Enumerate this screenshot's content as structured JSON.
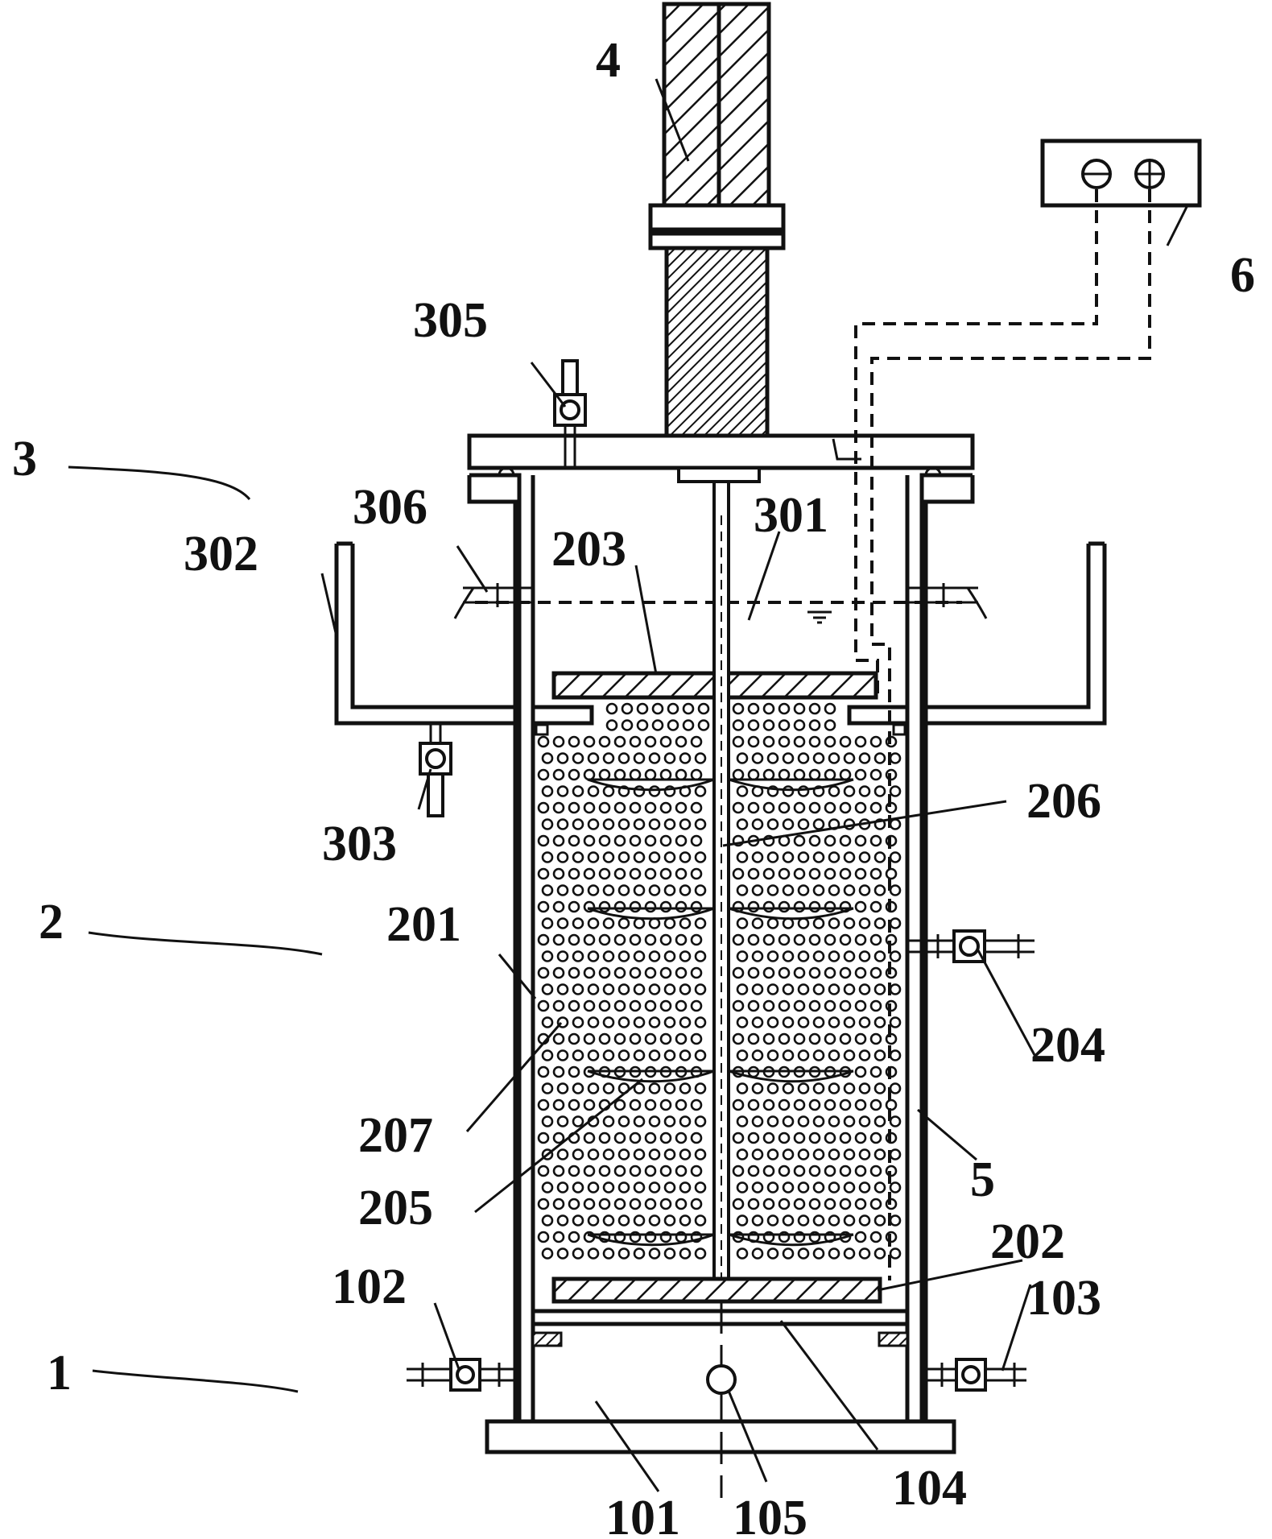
{
  "labels": {
    "l1": "1",
    "l2": "2",
    "l3": "3",
    "l4": "4",
    "l5": "5",
    "l6": "6",
    "l101": "101",
    "l102": "102",
    "l103": "103",
    "l104": "104",
    "l105": "105",
    "l201": "201",
    "l202": "202",
    "l203": "203",
    "l204": "204",
    "l205": "205",
    "l206": "206",
    "l207": "207",
    "l301": "301",
    "l302": "302",
    "l303": "303",
    "l305": "305",
    "l306": "306"
  },
  "power_supply": {
    "negative_symbol": "⊖",
    "positive_symbol": "⊕"
  },
  "colors": {
    "line": "#111111",
    "background": "#ffffff"
  }
}
